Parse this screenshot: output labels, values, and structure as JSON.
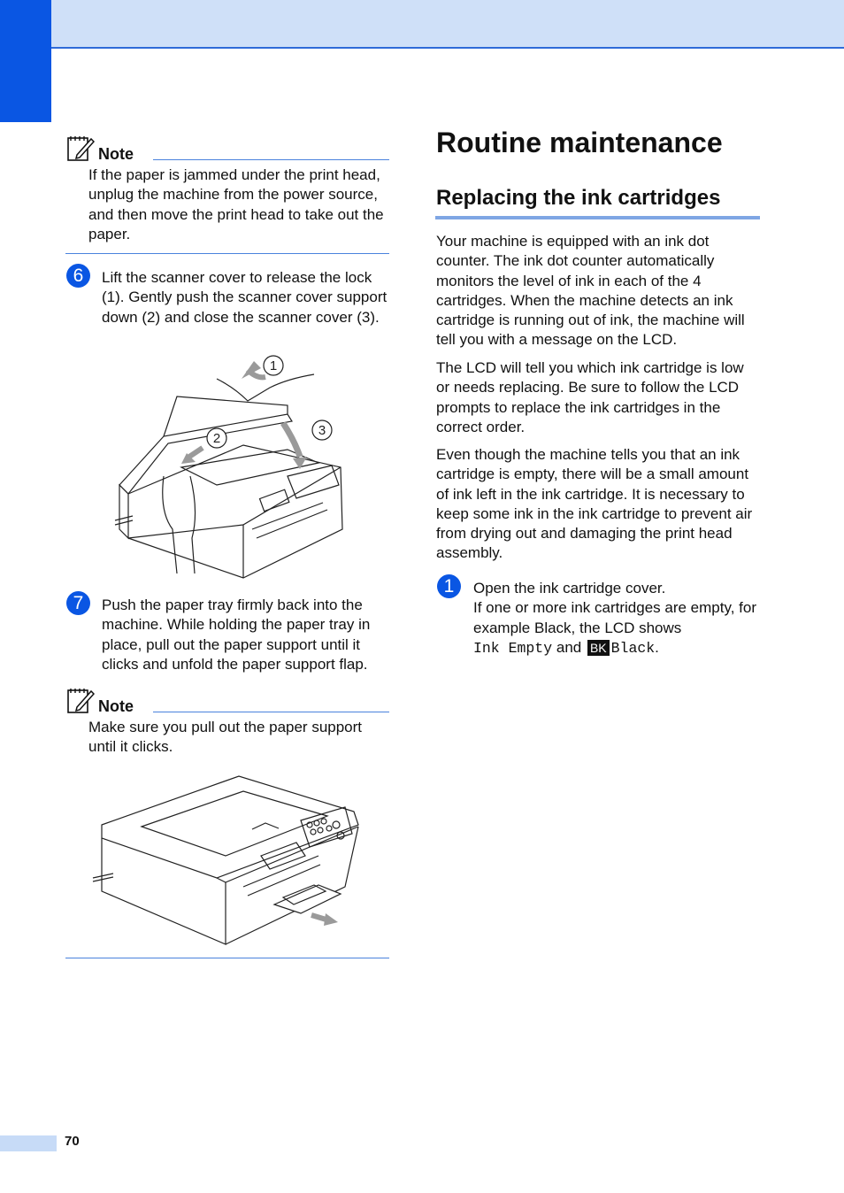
{
  "note1": {
    "label": "Note",
    "text": "If the paper is jammed under the print head, unplug the machine from the power source, and then move the print head to take out the paper."
  },
  "step6": {
    "number": "6",
    "text": "Lift the scanner cover to release the lock (1). Gently push the scanner cover support down (2) and close the scanner cover (3).",
    "callouts": [
      "1",
      "2",
      "3"
    ]
  },
  "step7": {
    "number": "7",
    "text": "Push the paper tray firmly back into the machine. While holding the paper tray in place, pull out the paper support until it clicks and unfold the paper support flap."
  },
  "note2": {
    "label": "Note",
    "text": "Make sure you pull out the paper support until it clicks."
  },
  "chapter": {
    "title": "Routine maintenance",
    "section_title": "Replacing the ink cartridges",
    "paragraphs": [
      "Your machine is equipped with an ink dot counter. The ink dot counter automatically monitors the level of ink in each of the 4 cartridges. When the machine detects an ink cartridge is running out of ink, the machine will tell you with a message on the LCD.",
      "The LCD will tell you which ink cartridge is low or needs replacing. Be sure to follow the LCD prompts to replace the ink cartridges in the correct order.",
      "Even though the machine tells you that an ink cartridge is empty, there will be a small amount of ink left in the ink cartridge. It is necessary to keep some ink in the ink cartridge to prevent air from drying out and damaging the print head assembly."
    ]
  },
  "step1": {
    "number": "1",
    "line1": "Open the ink cartridge cover.",
    "line2": "If one or more ink cartridges are empty, for example Black, the LCD shows",
    "lcd_text": "Ink Empty",
    "connector": "and",
    "badge": "BK",
    "color_name": "Black",
    "end_punct": "."
  },
  "footer": {
    "page_number": "70"
  }
}
